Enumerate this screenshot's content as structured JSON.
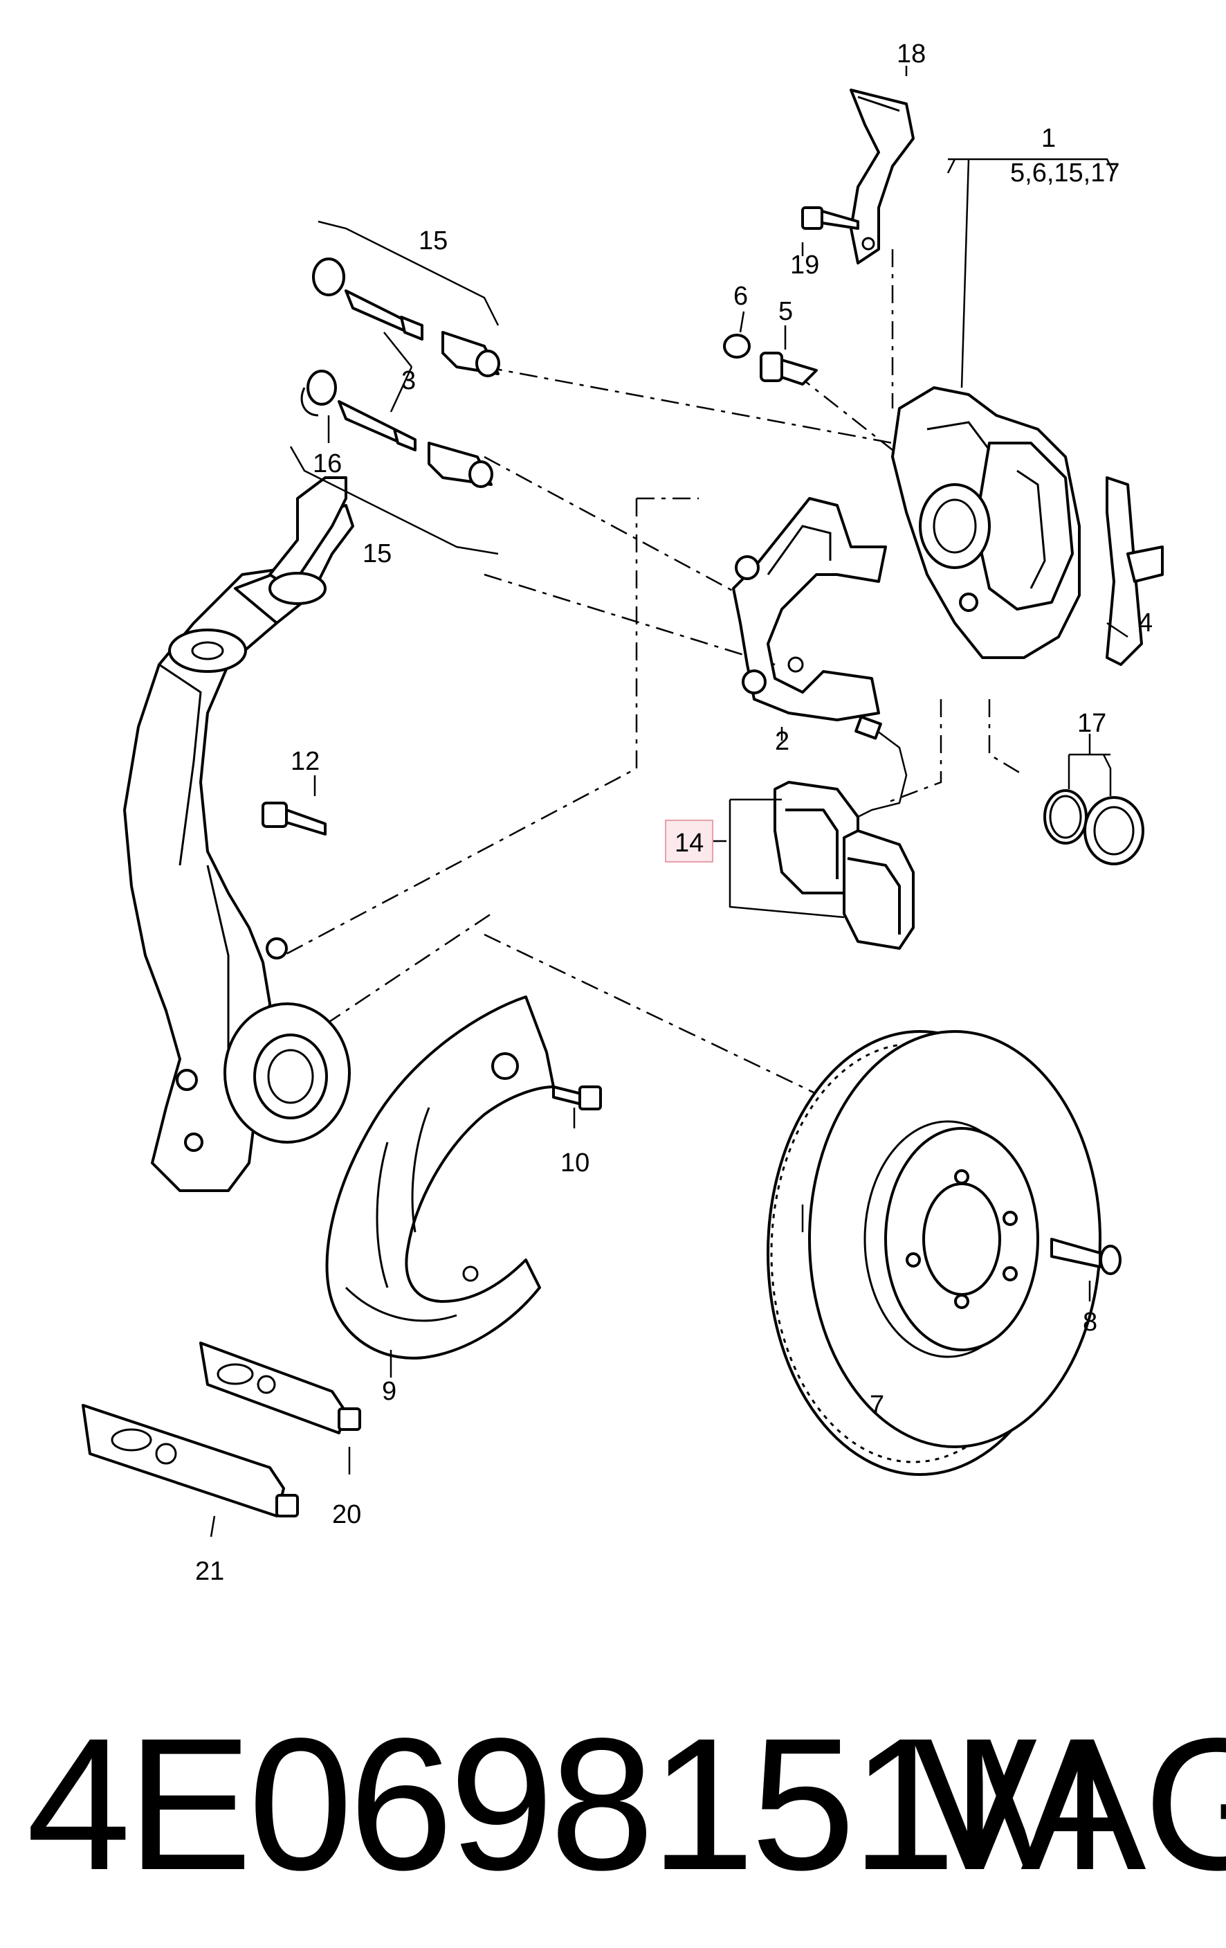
{
  "labels": {
    "l1": "1",
    "l1_sub": "5,6,15,17",
    "l2": "2",
    "l3": "3",
    "l4": "4",
    "l5": "5",
    "l6": "6",
    "l7": "7",
    "l8": "8",
    "l9": "9",
    "l10": "10",
    "l12": "12",
    "l14": "14",
    "l15_top": "15",
    "l15_bottom": "15",
    "l16": "16",
    "l17": "17",
    "l18": "18",
    "l19": "19",
    "l20": "20",
    "l21": "21"
  },
  "highlight_color": "#e8a0a8",
  "footer": {
    "part_number": "4E0698151M",
    "brand": "VAG"
  }
}
